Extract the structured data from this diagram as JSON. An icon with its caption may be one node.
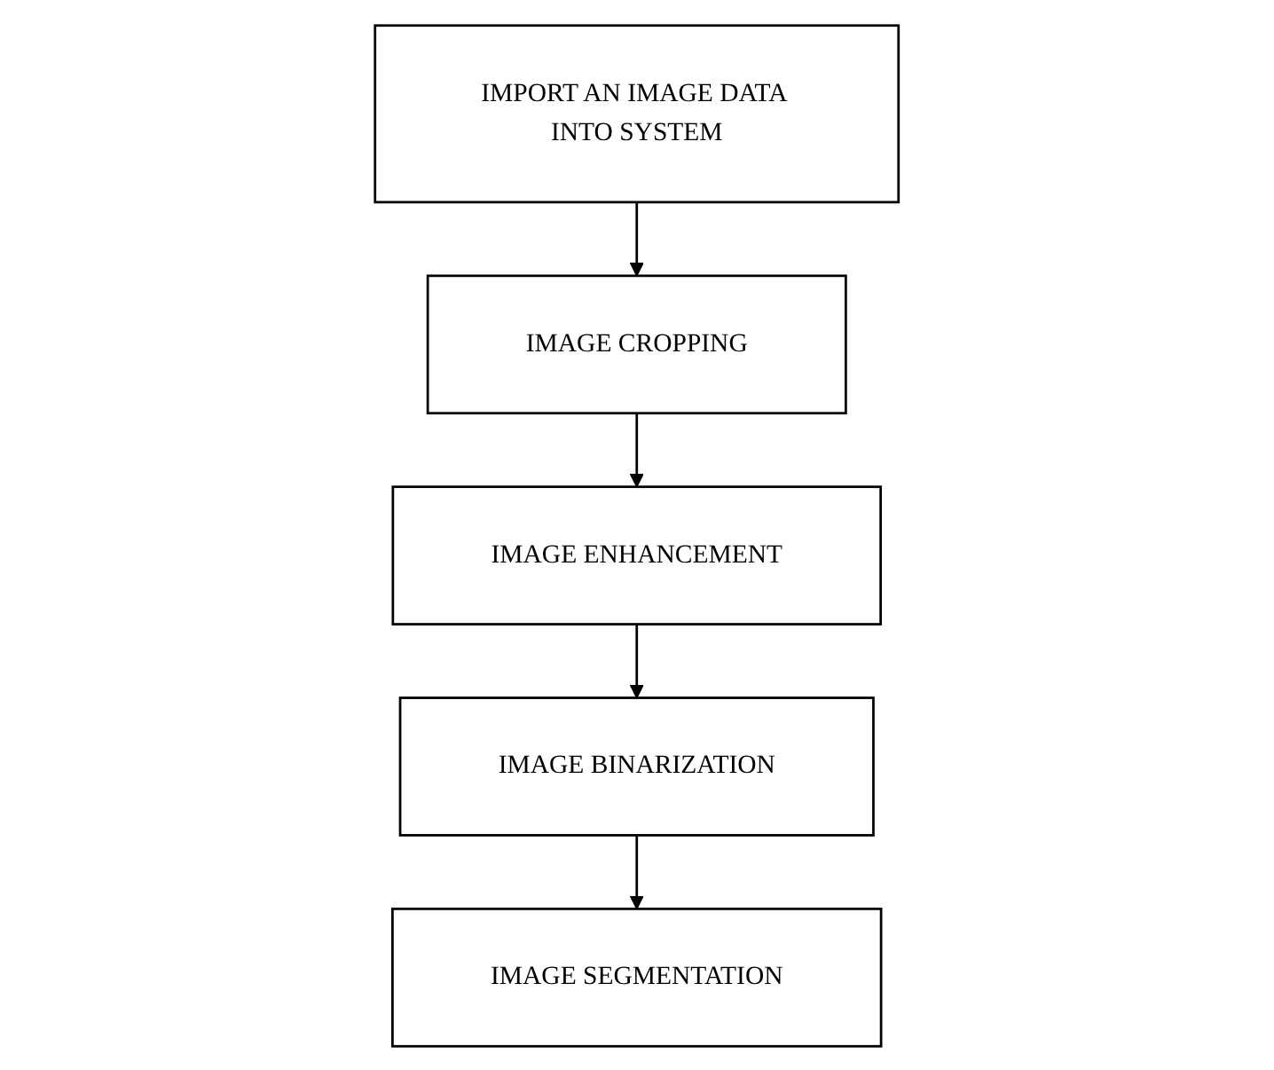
{
  "diagram": {
    "nodes": [
      {
        "text": [
          "IMPORT AN IMAGE DATA INTO SYSTEM"
        ]
      },
      {
        "text": [
          "IMAGE CROPPING"
        ]
      },
      {
        "text": [
          "IMAGE ENHANCEMENT"
        ]
      },
      {
        "text": [
          "IMAGE BINARIZATION"
        ]
      },
      {
        "text": [
          "IMAGE SEGMENTATION"
        ]
      }
    ],
    "edges": [
      {
        "from": 0,
        "to": 1,
        "arrow": "to"
      },
      {
        "from": 1,
        "to": 2,
        "arrow": "to"
      },
      {
        "from": 2,
        "to": 3,
        "arrow": "to"
      },
      {
        "from": 3,
        "to": 4,
        "arrow": "to"
      }
    ]
  }
}
